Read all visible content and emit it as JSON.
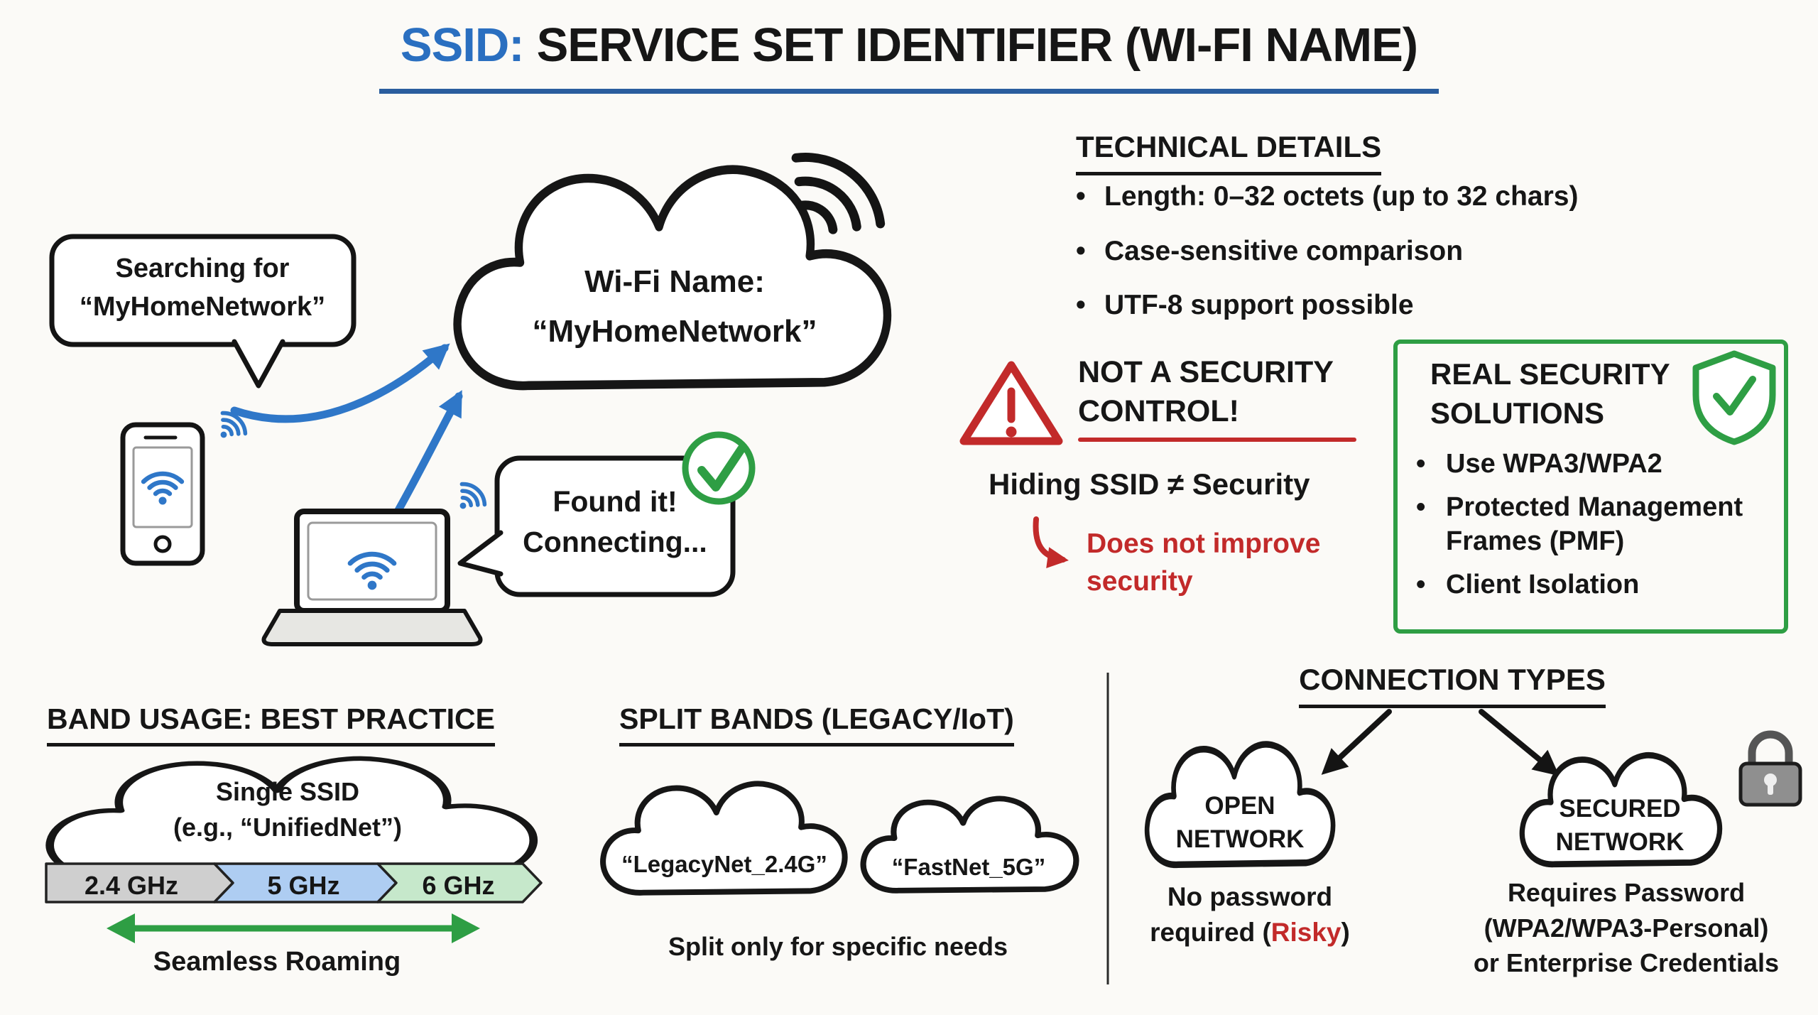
{
  "title": {
    "highlight": "SSID:",
    "text": "SERVICE SET IDENTIFIER (WI-FI NAME)"
  },
  "scene": {
    "search_bubble": {
      "line1": "Searching for",
      "line2": "“MyHomeNetwork”"
    },
    "cloud": {
      "line1": "Wi-Fi Name:",
      "line2": "“MyHomeNetwork”"
    },
    "found_bubble": {
      "line1": "Found it!",
      "line2": "Connecting..."
    }
  },
  "technical_details": {
    "heading": "TECHNICAL DETAILS",
    "items": [
      "Length: 0–32 octets (up to 32 chars)",
      "Case-sensitive comparison",
      "UTF-8 support possible"
    ]
  },
  "not_security": {
    "heading1": "NOT A SECURITY",
    "heading2": "CONTROL!",
    "claim": "Hiding SSID ≠ Security",
    "note1": "Does not improve",
    "note2": "security"
  },
  "real_security": {
    "heading1": "REAL SECURITY",
    "heading2": "SOLUTIONS",
    "items": [
      "Use WPA3/WPA2",
      "Protected Management Frames (PMF)",
      "Client Isolation"
    ]
  },
  "band_usage": {
    "heading": "BAND USAGE: BEST PRACTICE",
    "cloud_line1": "Single SSID",
    "cloud_line2": "(e.g., “UnifiedNet”)",
    "bands": [
      "2.4 GHz",
      "5 GHz",
      "6 GHz"
    ],
    "roaming": "Seamless Roaming"
  },
  "split_bands": {
    "heading": "SPLIT BANDS (LEGACY/IoT)",
    "cloud1": "“LegacyNet_2.4G”",
    "cloud2": "“FastNet_5G”",
    "note": "Split only for specific needs"
  },
  "connection_types": {
    "heading": "CONNECTION TYPES",
    "open": {
      "name1": "OPEN",
      "name2": "NETWORK",
      "desc1": "No password",
      "desc2_pre": "required (",
      "desc2_risk": "Risky",
      "desc2_post": ")"
    },
    "secured": {
      "name1": "SECURED",
      "name2": "NETWORK",
      "desc1": "Requires Password",
      "desc2": "(WPA2/WPA3-Personal)",
      "desc3": "or Enterprise Credentials"
    }
  },
  "icons": {
    "wifi-icon": "concentric signal arcs",
    "warning-icon": "⚠",
    "check-icon": "✓",
    "shield-check-icon": "shield with ✓",
    "lock-icon": "🔒",
    "phone-icon": "smartphone outline",
    "laptop-icon": "laptop outline"
  },
  "colors": {
    "blue": "#2a6fc0",
    "red": "#c22a2a",
    "green": "#2e9e44",
    "ink": "#161616",
    "band_gray": "#cfcfcf",
    "band_blue": "#aecdf2",
    "band_green": "#c6e8cb",
    "background": "#fbfaf7"
  }
}
